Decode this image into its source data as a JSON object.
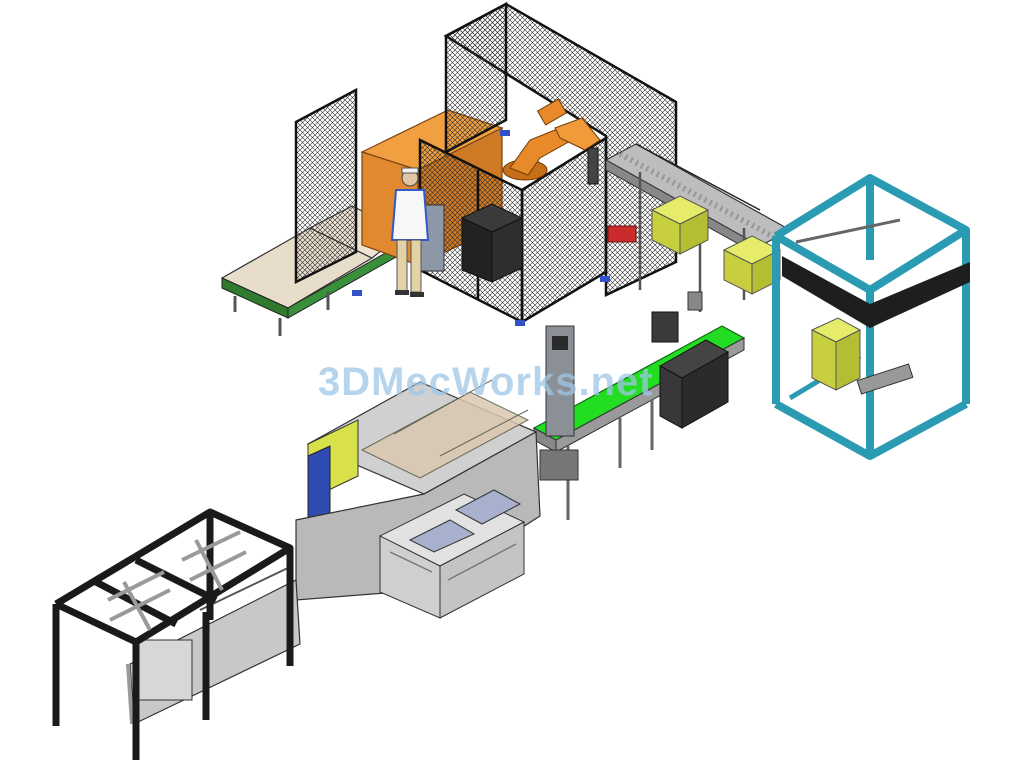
{
  "image": {
    "watermark_text": "3DMecWorks.net",
    "colors": {
      "background": "#ffffff",
      "robot_orange": "#e98a2a",
      "cell_guard_orange": "#e0892f",
      "portal_frame_teal": "#2a9bb3",
      "conveyor_green": "#22dd22",
      "box_yellow": "#d8e04a",
      "machine_grey": "#c9c9c9",
      "frame_black": "#1a1a1a",
      "mesh_dark": "#2c2c2c",
      "pallet_beige": "#e8dccb",
      "guard_blue": "#2d4bb0",
      "glass_tan": "#d9c8b0"
    },
    "components": [
      "robot-cell-fence",
      "industrial-robot-arm",
      "operator-figure",
      "pallet-station",
      "roller-conveyor",
      "gantry-portal-frame",
      "belt-conveyor",
      "carton-packing-machine",
      "infeed-truss-frame"
    ]
  }
}
